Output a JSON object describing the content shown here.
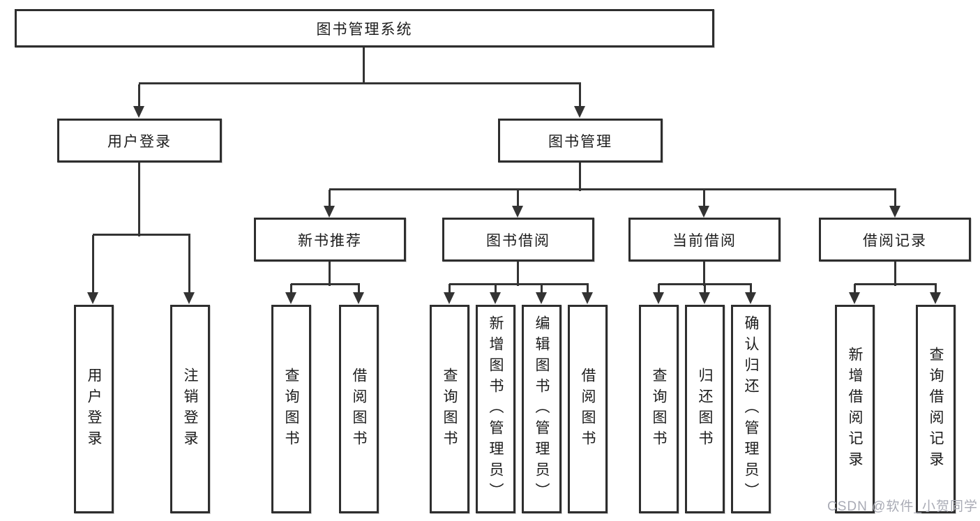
{
  "diagram": {
    "title_node": {
      "label": "图书管理系统"
    },
    "level2": [
      {
        "label": "用户登录"
      },
      {
        "label": "图书管理"
      }
    ],
    "level3": [
      {
        "label": "新书推荐"
      },
      {
        "label": "图书借阅"
      },
      {
        "label": "当前借阅"
      },
      {
        "label": "借阅记录"
      }
    ],
    "leaves": {
      "user": [
        "用户登录",
        "注销登录"
      ],
      "recommend": [
        "查询图书",
        "借阅图书"
      ],
      "borrow": [
        "查询图书",
        "新增图书（管理员）",
        "编辑图书（管理员）",
        "借阅图书"
      ],
      "current": [
        "查询图书",
        "归还图书",
        "确认归还（管理员）"
      ],
      "records": [
        "新增借阅记录",
        "查询借阅记录"
      ]
    }
  },
  "watermark": {
    "text": "CSDN @软件_小贺同学"
  },
  "colors": {
    "line": "#333333",
    "border": "#2e2e2e",
    "text": "#1c1c1c",
    "watermark": "#a9abb5",
    "background": "#ffffff"
  }
}
